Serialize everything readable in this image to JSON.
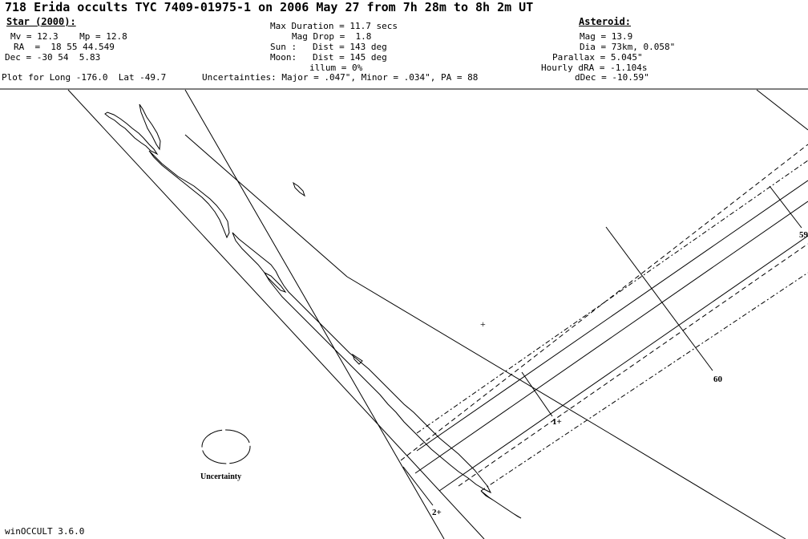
{
  "title": "718 Erida occults TYC 7409-01975-1 on 2006 May 27 from 7h 28m to 8h 2m UT",
  "star": {
    "heading": "Star (2000):",
    "mv_line": "Mv = 12.3    Mp = 12.8",
    "ra_line": "RA  =  18 55 44.549",
    "dec_line": "Dec = -30 54  5.83"
  },
  "event": {
    "max_duration": "Max Duration = 11.7 secs",
    "mag_drop": "Mag Drop =  1.8",
    "sun": "Sun :   Dist = 143 deg",
    "moon": "Moon:   Dist = 145 deg",
    "illum": "illum = 0%"
  },
  "asteroid": {
    "heading": "Asteroid:",
    "mag": "Mag = 13.9",
    "dia": "Dia = 73km, 0.058\"",
    "parallax": "Parallax = 5.045\"",
    "hourly_dra": "Hourly dRA = -1.104s",
    "ddec": "dDec = -10.59\""
  },
  "plot_for": "Plot for Long -176.0  Lat -49.7",
  "uncertainties": "Uncertainties: Major = .047\", Minor = .034\", PA = 88",
  "map_labels": {
    "time_60": "60",
    "time_59": "59",
    "sigma_1": "1+",
    "sigma_2": "2+",
    "center_mark": "+",
    "uncertainty": "Uncertainty"
  },
  "footer": "winOCCULT 3.6.0",
  "colors": {
    "background": "#ffffff",
    "ink": "#000000"
  }
}
